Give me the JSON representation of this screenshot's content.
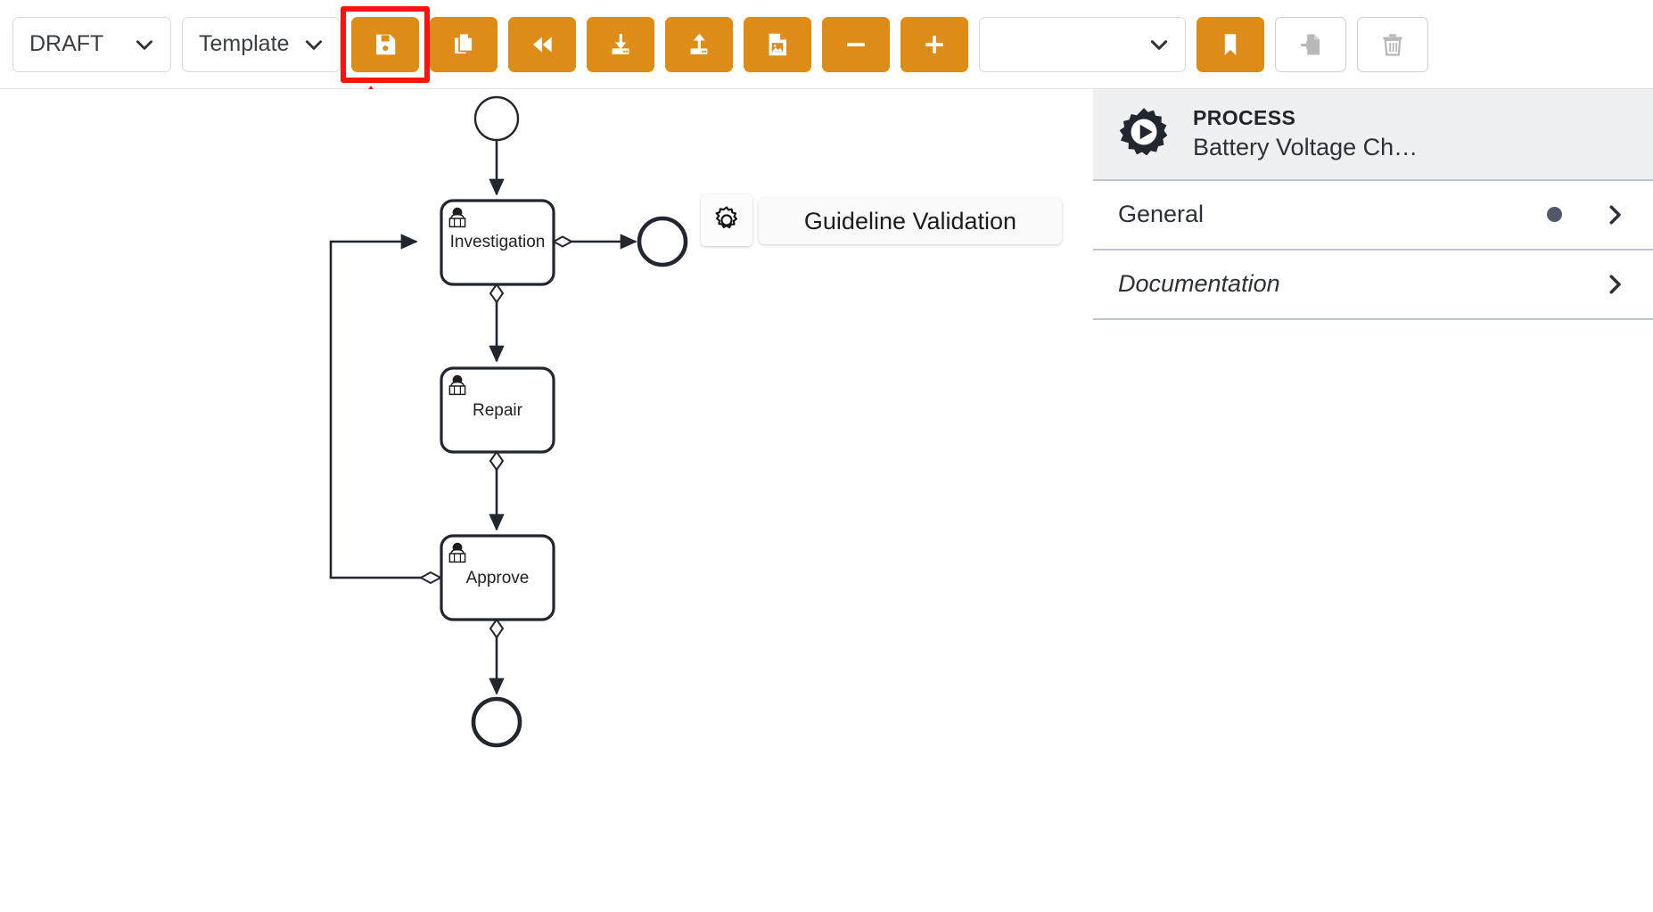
{
  "toolbar": {
    "status_select": {
      "value": "DRAFT",
      "icon": "chevron-down-icon"
    },
    "type_select": {
      "value": "Template",
      "icon": "chevron-down-icon"
    },
    "version_select": {
      "value": "",
      "placeholder": "",
      "icon": "chevron-down-icon"
    },
    "buttons": [
      {
        "name": "save-button",
        "icon": "save-disk-icon",
        "state": "highlighted",
        "color": "#dd8c17"
      },
      {
        "name": "copy-button",
        "icon": "copy-documents-icon",
        "state": "enabled",
        "color": "#dd8c17"
      },
      {
        "name": "rewind-button",
        "icon": "rewind-double-arrow-icon",
        "state": "enabled",
        "color": "#dd8c17"
      },
      {
        "name": "download-button",
        "icon": "download-tray-icon",
        "state": "enabled",
        "color": "#dd8c17"
      },
      {
        "name": "upload-button",
        "icon": "upload-tray-icon",
        "state": "enabled",
        "color": "#dd8c17"
      },
      {
        "name": "export-image-button",
        "icon": "image-file-icon",
        "state": "enabled",
        "color": "#dd8c17"
      },
      {
        "name": "zoom-out-button",
        "icon": "minus-icon",
        "state": "enabled",
        "color": "#dd8c17"
      },
      {
        "name": "zoom-in-button",
        "icon": "plus-icon",
        "state": "enabled",
        "color": "#dd8c17"
      },
      {
        "name": "bookmark-button",
        "icon": "bookmark-icon",
        "state": "enabled",
        "color": "#dd8c17"
      },
      {
        "name": "import-file-button",
        "icon": "file-import-arrow-icon",
        "state": "disabled",
        "color": "#b8b8b8"
      },
      {
        "name": "delete-button",
        "icon": "trash-icon",
        "state": "disabled",
        "color": "#b8b8b8"
      }
    ],
    "annotation": {
      "type": "red-arrow-highlight",
      "target": "save-button",
      "color": "#ff1111"
    }
  },
  "palette": {
    "tools": [
      {
        "name": "hand-tool",
        "icon": "hand-icon"
      },
      {
        "name": "lasso-tool",
        "icon": "lasso-select-icon"
      },
      {
        "name": "space-tool",
        "icon": "space-tool-icon"
      },
      {
        "name": "connect-tool",
        "icon": "global-connect-arrow-icon"
      }
    ],
    "shapes": [
      {
        "name": "create-start-event",
        "icon": "start-event-circle-icon"
      },
      {
        "name": "create-end-event",
        "icon": "end-event-thick-circle-icon"
      },
      {
        "name": "create-gateway",
        "icon": "gateway-diamond-icon"
      },
      {
        "name": "create-task",
        "icon": "task-rounded-rect-icon"
      }
    ]
  },
  "canvas": {
    "gear_button": {
      "name": "canvas-settings-gear",
      "icon": "gear-icon"
    },
    "validation_chip": {
      "label": "Guideline Validation"
    },
    "diagram": {
      "type": "bpmn-process",
      "nodes": [
        {
          "id": "start",
          "type": "start-event",
          "label": ""
        },
        {
          "id": "investigation",
          "type": "user-task",
          "label": "Investigation"
        },
        {
          "id": "end_right",
          "type": "end-event",
          "label": ""
        },
        {
          "id": "repair",
          "type": "user-task",
          "label": "Repair"
        },
        {
          "id": "approve",
          "type": "user-task",
          "label": "Approve"
        },
        {
          "id": "end_bottom",
          "type": "end-event",
          "label": ""
        }
      ],
      "edges": [
        {
          "from": "start",
          "to": "investigation",
          "kind": "sequence-flow"
        },
        {
          "from": "investigation",
          "to": "end_right",
          "kind": "conditional-flow"
        },
        {
          "from": "investigation",
          "to": "repair",
          "kind": "conditional-flow"
        },
        {
          "from": "repair",
          "to": "approve",
          "kind": "conditional-flow"
        },
        {
          "from": "approve",
          "to": "end_bottom",
          "kind": "conditional-flow"
        },
        {
          "from": "approve",
          "to": "investigation",
          "kind": "conditional-flow-loopback"
        }
      ]
    }
  },
  "properties_panel": {
    "header": {
      "kind": "PROCESS",
      "name": "Battery Voltage Ch…",
      "icon": "gear-play-icon"
    },
    "rows": [
      {
        "label": "General",
        "badge": true,
        "italic": false,
        "chevron": "chevron-right-icon"
      },
      {
        "label": "Documentation",
        "badge": false,
        "italic": true,
        "chevron": "chevron-right-icon"
      }
    ]
  }
}
